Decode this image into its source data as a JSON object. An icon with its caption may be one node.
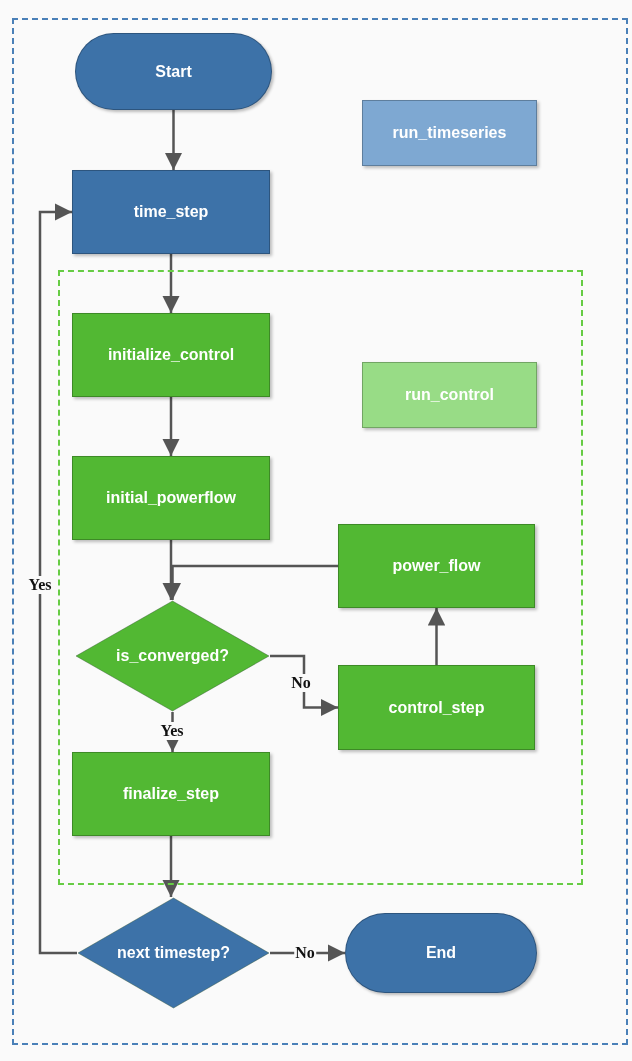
{
  "diagram": {
    "nodes": [
      {
        "text": [],
        "shape": "box"
      },
      {
        "text": [
          "Start"
        ],
        "in": 0
      },
      {
        "text": [
          "run_timeseries"
        ],
        "in": 0
      },
      {
        "text": [
          "time_step"
        ],
        "in": 0
      },
      {
        "text": [],
        "shape": "box",
        "in": 0
      },
      {
        "text": [
          "initialize_control"
        ],
        "in": 4
      },
      {
        "text": [
          "run_control"
        ],
        "in": 4
      },
      {
        "text": [
          "initial_powerflow"
        ],
        "in": 4
      },
      {
        "text": [
          "power_flow"
        ],
        "in": 4
      },
      {
        "text": [
          "is_converged?"
        ],
        "in": 4
      },
      {
        "text": [
          "control_step"
        ],
        "in": 4
      },
      {
        "text": [
          "finalize_step"
        ],
        "in": 4
      },
      {
        "text": [
          "next timestep?"
        ],
        "in": 0
      },
      {
        "text": [
          "End"
        ],
        "in": 0
      }
    ],
    "edges": [
      {
        "from": 1,
        "to": 3,
        "arrow": "to"
      },
      {
        "from": 3,
        "to": 5,
        "arrow": "to"
      },
      {
        "from": 5,
        "to": 7,
        "arrow": "to"
      },
      {
        "from": 7,
        "to": 9,
        "arrow": "to"
      },
      {
        "from": 8,
        "to": 9,
        "arrow": "to"
      },
      {
        "from": 9,
        "to": 10,
        "arrow": "to",
        "label": "No"
      },
      {
        "from": 10,
        "to": 8,
        "arrow": "to"
      },
      {
        "from": 9,
        "to": 11,
        "arrow": "to",
        "label": "Yes"
      },
      {
        "from": 11,
        "to": 12,
        "arrow": "to"
      },
      {
        "from": 12,
        "to": 3,
        "arrow": "to",
        "label": "Yes"
      },
      {
        "from": 12,
        "to": 13,
        "arrow": "to",
        "label": "No"
      }
    ]
  }
}
